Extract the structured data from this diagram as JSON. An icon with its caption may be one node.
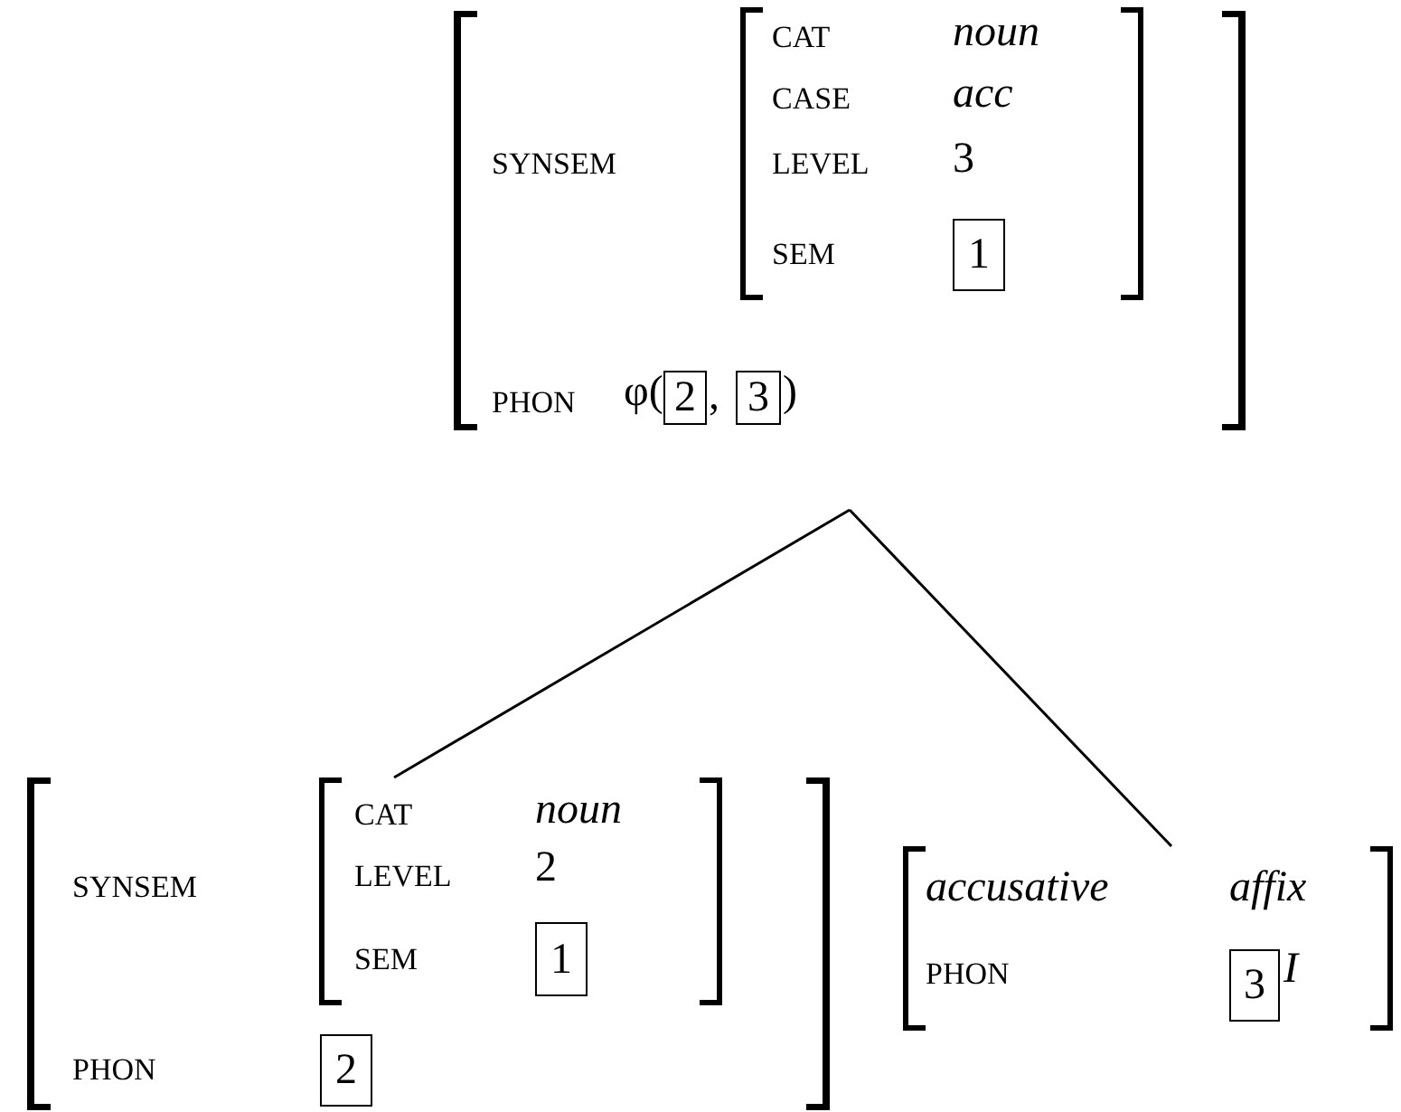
{
  "diagram": {
    "nodes": [
      {
        "text": [
          "SYNSEM",
          "PHON",
          "φ(",
          ",",
          ")"
        ]
      },
      {
        "text": [
          "CAT",
          "noun",
          "CASE",
          "acc",
          "LEVEL",
          "3",
          "SEM"
        ],
        "in": 0
      },
      {
        "text": [
          "1"
        ],
        "in": 1
      },
      {
        "text": [
          "2"
        ],
        "in": 0
      },
      {
        "text": [
          "3"
        ],
        "in": 0
      },
      {
        "text": [
          "SYNSEM",
          "PHON"
        ]
      },
      {
        "text": [
          "CAT",
          "noun",
          "LEVEL",
          "2",
          "SEM"
        ],
        "in": 5
      },
      {
        "text": [
          "1"
        ],
        "in": 6
      },
      {
        "text": [
          "2"
        ],
        "in": 5
      },
      {
        "text": [
          "accusative",
          "affix",
          "PHON",
          "I"
        ]
      },
      {
        "text": [
          "3"
        ],
        "in": 9
      }
    ],
    "edges": [
      {
        "from": 0,
        "to": 6,
        "arrow": "none"
      },
      {
        "from": 0,
        "to": 9,
        "arrow": "none"
      }
    ]
  }
}
